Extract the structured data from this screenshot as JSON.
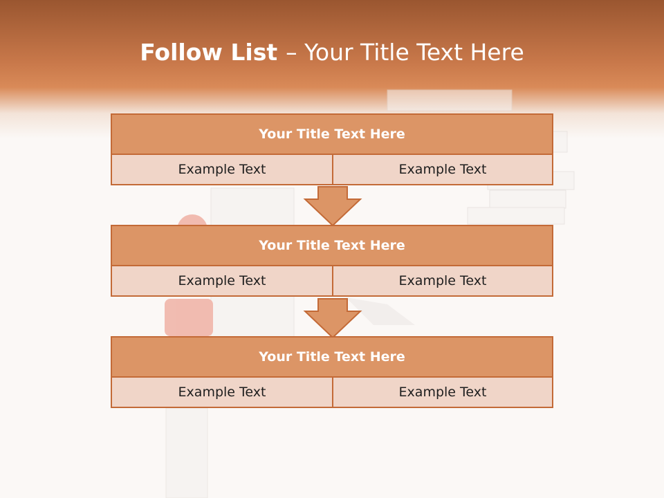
{
  "slide": {
    "title_bold": "Follow List",
    "title_rest": "– Your Title Text Here"
  },
  "blocks": [
    {
      "title": "Your Title Text Here",
      "left": "Example Text",
      "right": "Example Text"
    },
    {
      "title": "Your Title Text Here",
      "left": "Example Text",
      "right": "Example Text"
    },
    {
      "title": "Your Title Text Here",
      "left": "Example Text",
      "right": "Example Text"
    }
  ],
  "colors": {
    "header_dark": "#9a5630",
    "header_accent": "#d98a58",
    "block_head": "#dc9566",
    "block_body": "#f0d5c8",
    "border": "#c36a37"
  }
}
